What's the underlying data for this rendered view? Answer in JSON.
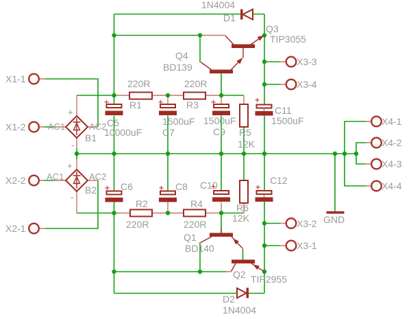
{
  "schematic": {
    "components": {
      "d1": {
        "name": "D1",
        "value": "1N4004"
      },
      "d2": {
        "name": "D2",
        "value": "1N4004"
      },
      "q1": {
        "name": "Q1",
        "value": "BD140"
      },
      "q2": {
        "name": "Q2",
        "value": "TIP2955"
      },
      "q3": {
        "name": "Q3",
        "value": "TIP3055"
      },
      "q4": {
        "name": "Q4",
        "value": "BD139"
      },
      "r1": {
        "name": "R1",
        "value": "220R"
      },
      "r2": {
        "name": "R2",
        "value": "220R"
      },
      "r3": {
        "name": "R3",
        "value": "220R"
      },
      "r4": {
        "name": "R4",
        "value": "220R"
      },
      "r5": {
        "name": "R5",
        "value": "12K"
      },
      "r6": {
        "name": "R6",
        "value": "12K"
      },
      "c5": {
        "name": "C5",
        "value": "10000uF"
      },
      "c6": {
        "name": "C6"
      },
      "c7": {
        "name": "C7",
        "value": "1500uF"
      },
      "c8": {
        "name": "C8"
      },
      "c9": {
        "name": "C9",
        "value": "1500uF"
      },
      "c10": {
        "name": "C10"
      },
      "c11": {
        "name": "C11",
        "value": "1500uF"
      },
      "c12": {
        "name": "C12"
      },
      "b1": {
        "name": "B1"
      },
      "b2": {
        "name": "B2"
      }
    },
    "bridge_pins": {
      "ac1": "AC1",
      "ac2": "AC2",
      "plus": "+",
      "minus": "-"
    },
    "cap_plus": "+",
    "ground_label": "GND",
    "connectors": {
      "x1_1": "X1-1",
      "x1_2": "X1-2",
      "x2_1": "X2-1",
      "x2_2": "X2-2",
      "x3_1": "X3-1",
      "x3_2": "X3-2",
      "x3_3": "X3-3",
      "x3_4": "X3-4",
      "x4_1": "X4-1",
      "x4_2": "X4-2",
      "x4_3": "X4-3",
      "x4_4": "X4-4"
    },
    "colors": {
      "wire_green": "#15a015",
      "symbol_red": "#9e2b23",
      "pin_pink": "#c5756b",
      "text_gray": "#9a9a9a",
      "cap_plus_red": "#c0544c",
      "background": "#ffffff"
    }
  }
}
